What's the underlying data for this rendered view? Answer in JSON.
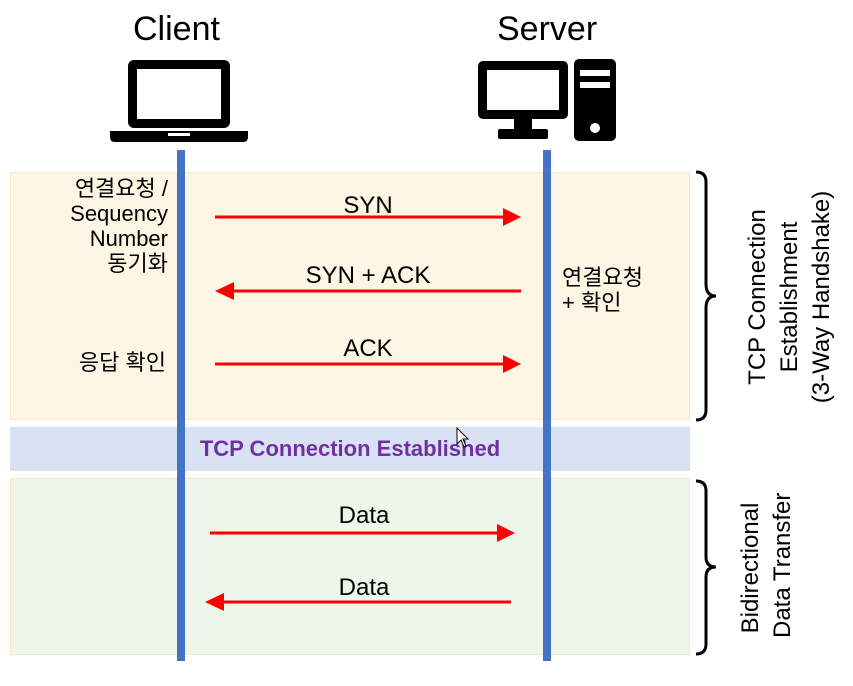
{
  "participants": {
    "client": "Client",
    "server": "Server"
  },
  "handshake": {
    "client_note_lines": [
      "연결요청 /",
      "Sequency",
      "Number",
      "동기화"
    ],
    "client_ack_note": "응답 확인",
    "server_note_lines": [
      "연결요청",
      "+ 확인"
    ],
    "messages": [
      {
        "label": "SYN",
        "direction": "client-to-server"
      },
      {
        "label": "SYN + ACK",
        "direction": "server-to-client"
      },
      {
        "label": "ACK",
        "direction": "client-to-server"
      }
    ],
    "bracket_label_lines": [
      "TCP Connection",
      "Establishment",
      "(3-Way Handshake)"
    ]
  },
  "established": {
    "label": "TCP Connection Established"
  },
  "transfer": {
    "messages": [
      {
        "label": "Data",
        "direction": "client-to-server"
      },
      {
        "label": "Data",
        "direction": "server-to-client"
      }
    ],
    "bracket_label_lines": [
      "Bidirectional",
      "Data Transfer"
    ]
  },
  "colors": {
    "lifeline": "#4472c4",
    "arrow": "#ff0000",
    "established_text": "#7030a0",
    "handshake_zone": "#fef6e4",
    "established_zone": "#d9e2f3",
    "transfer_zone": "#eef5e9"
  }
}
